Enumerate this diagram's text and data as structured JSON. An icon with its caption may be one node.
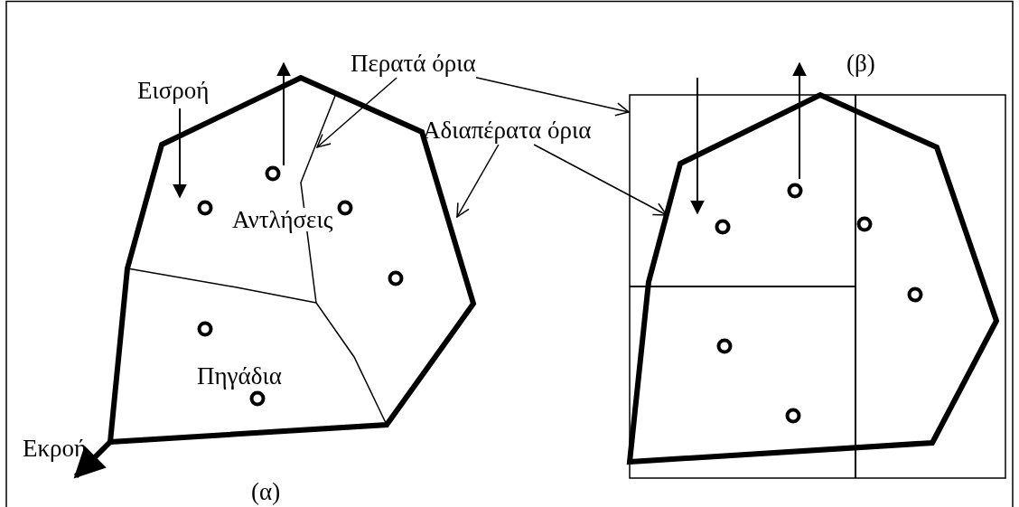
{
  "diagram": {
    "nodes": [
      {
        "text": [
          "Περατά όρια"
        ]
      },
      {
        "text": [
          "Αδιαπέρατα όρια"
        ]
      }
    ],
    "edges": [
      {
        "from": 0,
        "to": null,
        "arrow": "to"
      },
      {
        "from": 0,
        "to": null,
        "arrow": "to"
      },
      {
        "from": 1,
        "to": null,
        "arrow": "to"
      },
      {
        "from": 1,
        "to": null,
        "arrow": "to"
      }
    ],
    "labels": [
      "Εισροή",
      "(β)",
      "Αντλήσεις",
      "Πηγάδια",
      "Εκροή",
      "(α)"
    ]
  }
}
